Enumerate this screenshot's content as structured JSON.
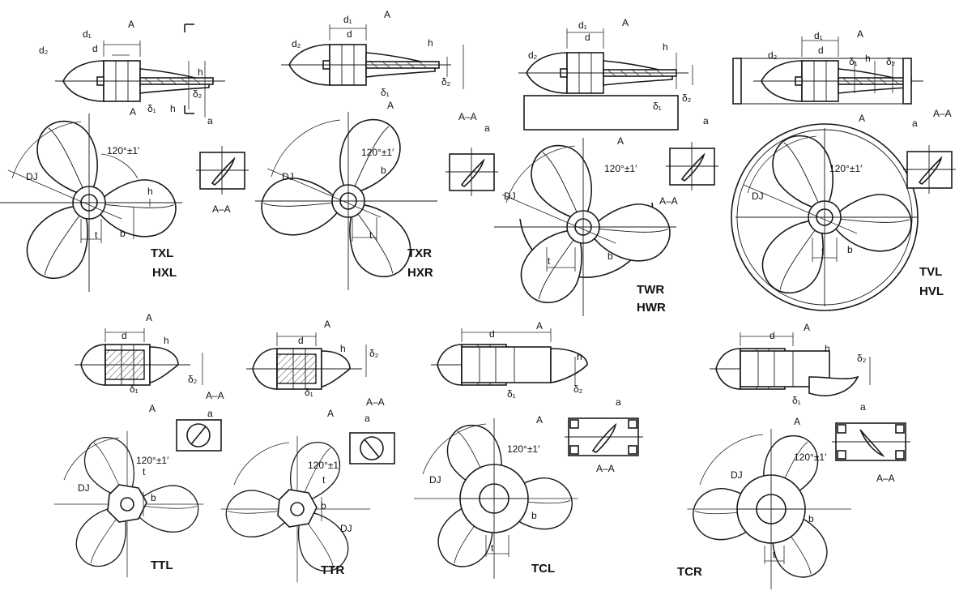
{
  "labels": {
    "section": "A",
    "section_view": "A–A",
    "angle": "120°±1′",
    "dim_d": "d",
    "dim_d1": "d₁",
    "dim_d2": "d₂",
    "dim_h": "h",
    "dim_b": "b",
    "dim_t": "t",
    "dim_a": "a",
    "dim_DJ": "DJ",
    "dim_delta1": "δ₁",
    "dim_delta2": "δ₂"
  },
  "models": [
    {
      "name": "TXL",
      "alt": "HXL"
    },
    {
      "name": "TXR",
      "alt": "HXR"
    },
    {
      "name": "TWR",
      "alt": "HWR"
    },
    {
      "name": "TVL",
      "alt": "HVL"
    },
    {
      "name": "TTL",
      "alt": ""
    },
    {
      "name": "TTR",
      "alt": ""
    },
    {
      "name": "TCL",
      "alt": ""
    },
    {
      "name": "TCR",
      "alt": ""
    }
  ]
}
